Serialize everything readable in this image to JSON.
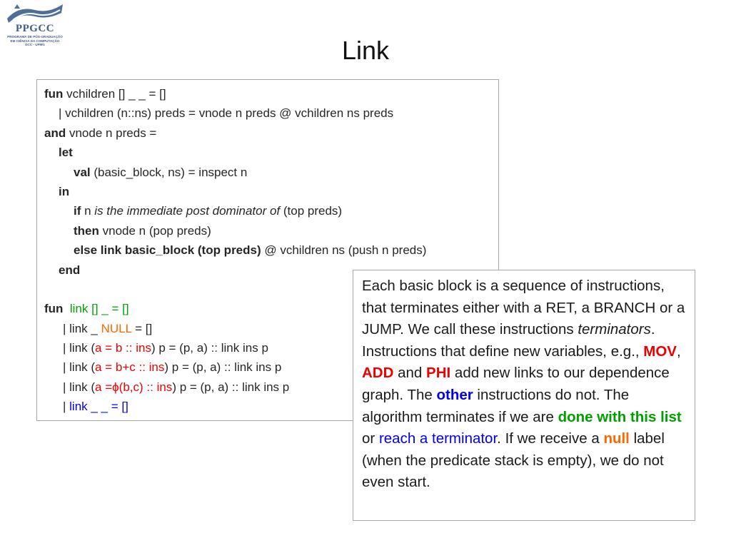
{
  "logo": {
    "name": "PPGCC",
    "subtitle_lines": [
      "PROGRAMA DE PÓS-GRADUAÇÃO",
      "EM CIÊNCIA DA COMPUTAÇÃO",
      "DCC - UFMG"
    ]
  },
  "title": "Link",
  "code": {
    "l1": {
      "kw": "fun",
      "rest": " vchildren [] _ _ = []"
    },
    "l2": {
      "rest": "| vchildren (n::ns) preds = vnode n preds @ vchildren ns preds"
    },
    "l3": {
      "kw": "and",
      "rest": " vnode n preds ="
    },
    "l4": {
      "kw": "let"
    },
    "l5": {
      "kw": "val",
      "rest": " (basic_block, ns) = inspect n"
    },
    "l6": {
      "kw": "in"
    },
    "l7": {
      "kw": "if",
      "mid": " n ",
      "italic": "is the immediate post dominator of",
      "rest": " (top preds)"
    },
    "l8": {
      "kw": "then",
      "rest": " vnode n (pop preds)"
    },
    "l9": {
      "kw": "else link basic_block (top preds)",
      "rest": " @ vchildren ns (push n preds)"
    },
    "l10": {
      "kw": "end"
    },
    "l11": {
      "kw": "fun",
      "gap": "  ",
      "green": "link [] _ = []"
    },
    "l12": {
      "pre": "| link _ ",
      "orange": "NULL",
      "rest": " = []"
    },
    "l13": {
      "pre": "| link (",
      "red": "a = b :: ins",
      "rest": ") p = (p, a) :: link ins p"
    },
    "l14": {
      "pre": "| link (",
      "red": "a = b+c :: ins",
      "rest": ") p = (p, a) :: link ins p"
    },
    "l15": {
      "pre": "| link (",
      "red": "a =ϕ(b,c) :: ins",
      "rest": ") p = (p, a) :: link ins p"
    },
    "l16": {
      "pre": "| ",
      "blue": "link _ _ = []"
    }
  },
  "note": {
    "t1": "Each basic block is a sequence of instructions, that terminates either with a RET, a BRANCH or a JUMP. We call these instructions ",
    "t1_italic": "terminators",
    "t2": ". Instructions that define new variables, e.g., ",
    "mov": "MOV",
    "sep1": ", ",
    "add": "ADD",
    "and_word": " and ",
    "phi": "PHI",
    "t3": " add new links to our dependence graph. The ",
    "other": "other",
    "t4": " instructions do not. The algorithm terminates if we are ",
    "done": "done with this list",
    "or_word": " or ",
    "reach": "reach a terminator",
    "t5": ". If we receive a ",
    "null": "null",
    "t6": " label (when the predicate stack is empty), we do not even start."
  },
  "colors": {
    "keyword_green": "#00a000",
    "null_orange": "#ff6600",
    "pattern_red": "#ee0000",
    "link_blue": "#0000ee",
    "logo_blue": "#3f5e86"
  }
}
